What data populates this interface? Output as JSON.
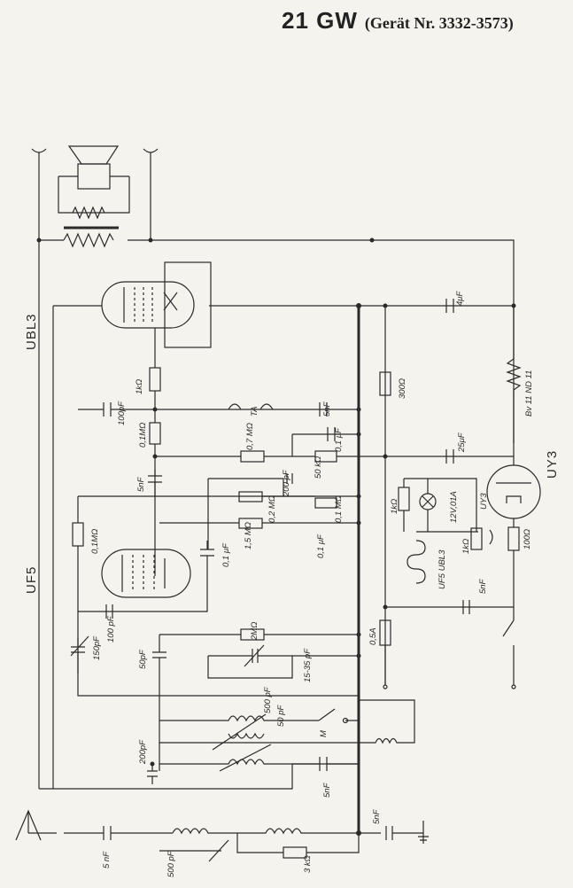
{
  "title": {
    "model": "21 GW",
    "device": "(Gerät Nr. 3332-3573)"
  },
  "tubes": {
    "ubl3": "UBL3",
    "uf5": "UF5",
    "uy3": "UY3"
  },
  "labels": {
    "c_100pf_top": "100pF",
    "r_1k_anode": "1kΩ",
    "c_5nf_top": "5nF",
    "ta": "TA",
    "r_300": "300Ω",
    "c_4uf": "4μF",
    "r_bv": "Bv 11 ND 11",
    "r_01m_grid": "0,1MΩ",
    "r_07m": "0,7 MΩ",
    "r_50k": "50 kΩ",
    "c_01uf_a": "0,1 μF",
    "c_25uf": "25μF",
    "c_5nf_mid": "5nF",
    "c_200pf_a": "200 pF",
    "r_15m": "1,5 MΩ",
    "r_02m": "0,2 MΩ",
    "r_01m_b": "0,1 MΩ",
    "c_01uf_b": "0,1 μF",
    "c_01uf_c": "0,1 μF",
    "r_01m_uf5": "0,1MΩ",
    "r_1k_pilot": "1kΩ",
    "pilot_lamp": "12V,01A",
    "uy3_small": "UY3",
    "r_1k_b": "1kΩ",
    "r_100": "100Ω",
    "choke": "UF5 UBL3",
    "c_5nf_mains": "5nF",
    "c_100pf_uf5": "100 pF",
    "c_150pf": "150pF",
    "r_2m": "2MΩ",
    "c_50pf_a": "50pF",
    "c_15_35": "15-35 pF",
    "c_500pf_a": "500 pF",
    "c_50pf_b": "50 pF",
    "fuse": "0,5A",
    "switch_m": "M",
    "c_200pf_b": "200pF",
    "c_5nf_low": "5nF",
    "c_5nf_ant": "5 nF",
    "c_500pf_ant": "500 pF",
    "r_3k": "3 kΩ",
    "c_5nf_earth": "5nF"
  }
}
